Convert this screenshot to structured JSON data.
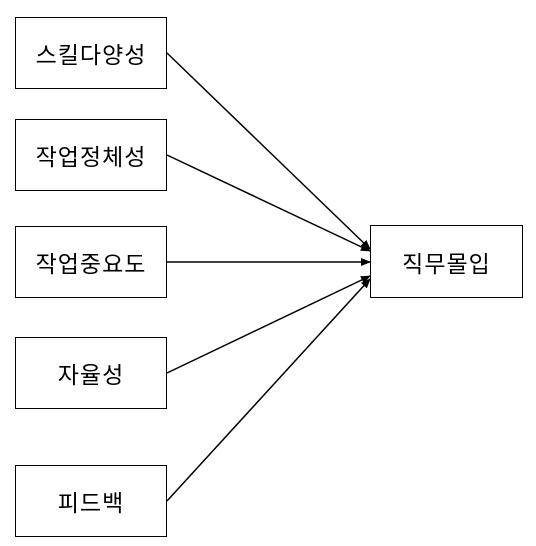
{
  "diagram": {
    "sources": [
      "스킬다양성",
      "작업정체성",
      "작업중요도",
      "자율성",
      "피드백"
    ],
    "target": "직무몰입",
    "edge_color": "#000000"
  }
}
